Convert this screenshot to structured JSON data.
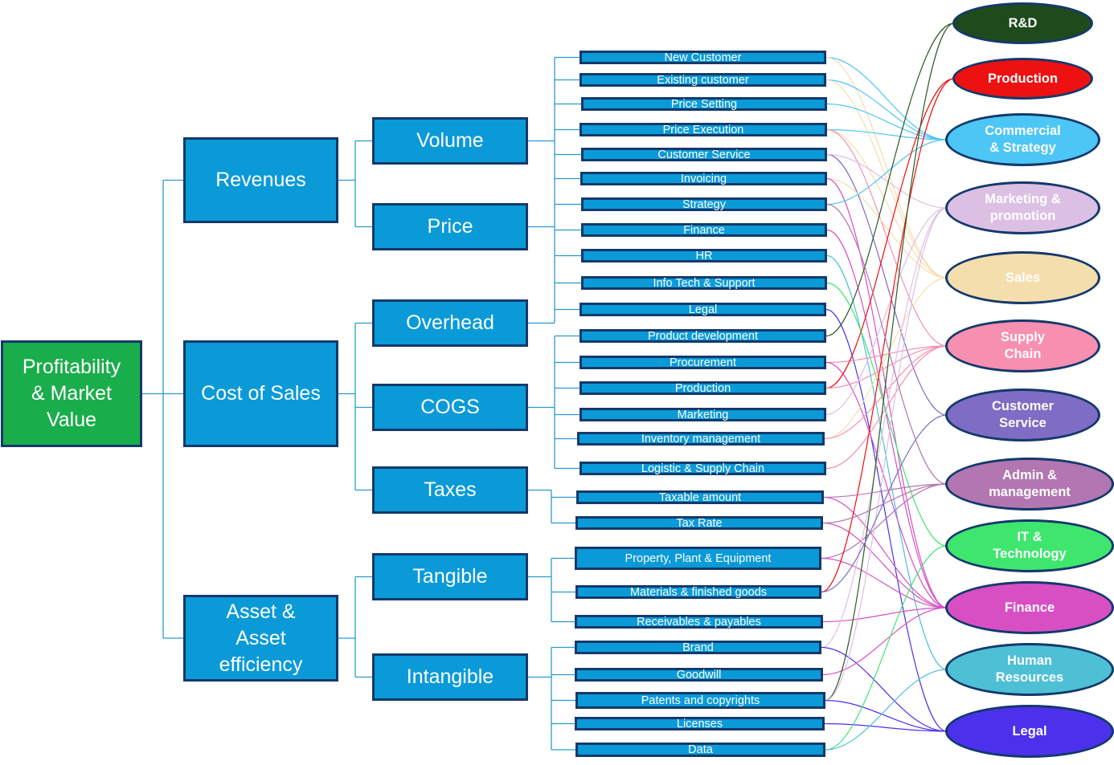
{
  "root": {
    "label": "Profitability\n& Market\nValue"
  },
  "level1": [
    {
      "id": "revenues",
      "label": "Revenues"
    },
    {
      "id": "cost",
      "label": "Cost of Sales"
    },
    {
      "id": "asset",
      "label": "Asset &\nAsset\nefficiency"
    }
  ],
  "level2": [
    {
      "id": "volume",
      "label": "Volume"
    },
    {
      "id": "price",
      "label": "Price"
    },
    {
      "id": "overhead",
      "label": "Overhead"
    },
    {
      "id": "cogs",
      "label": "COGS"
    },
    {
      "id": "taxes",
      "label": "Taxes"
    },
    {
      "id": "tangible",
      "label": "Tangible"
    },
    {
      "id": "intangible",
      "label": "Intangible"
    }
  ],
  "level3": [
    {
      "label": "New Customer"
    },
    {
      "label": "Existing customer"
    },
    {
      "label": "Price Setting"
    },
    {
      "label": "Price Execution"
    },
    {
      "label": "Customer Service"
    },
    {
      "label": "Invoicing"
    },
    {
      "label": "Strategy"
    },
    {
      "label": "Finance"
    },
    {
      "label": "HR"
    },
    {
      "label": "Info Tech & Support"
    },
    {
      "label": "Legal"
    },
    {
      "label": "Product development"
    },
    {
      "label": "Procurement"
    },
    {
      "label": "Production"
    },
    {
      "label": "Marketing"
    },
    {
      "label": "Inventory management"
    },
    {
      "label": "Logistic & Supply Chain"
    },
    {
      "label": "Taxable amount"
    },
    {
      "label": "Tax Rate"
    },
    {
      "label": "Property, Plant & Equipment"
    },
    {
      "label": "Materials & finished goods"
    },
    {
      "label": "Receivables & payables"
    },
    {
      "label": "Brand"
    },
    {
      "label": "Goodwill"
    },
    {
      "label": "Patents and copyrights"
    },
    {
      "label": "Licenses"
    },
    {
      "label": "Data"
    }
  ],
  "departments": [
    {
      "label": "R&D",
      "fill": "#1f4a1c",
      "text": "#ffffff"
    },
    {
      "label": "Production",
      "fill": "#ee1111",
      "text": "#ffffff"
    },
    {
      "label": "Commercial\n& Strategy",
      "fill": "#4cc6f5",
      "text": "#ffffff"
    },
    {
      "label": "Marketing &\npromotion",
      "fill": "#dcc0e4",
      "text": "#ffffff"
    },
    {
      "label": "Sales",
      "fill": "#f5deae",
      "text": "#ffffff"
    },
    {
      "label": "Supply\nChain",
      "fill": "#f78fb0",
      "text": "#ffffff"
    },
    {
      "label": "Customer\nService",
      "fill": "#7f6cc4",
      "text": "#ffffff"
    },
    {
      "label": "Admin &\nmanagement",
      "fill": "#b276b0",
      "text": "#ffffff"
    },
    {
      "label": "IT &\nTechnology",
      "fill": "#3ee66e",
      "text": "#ffffff"
    },
    {
      "label": "Finance",
      "fill": "#d84fc4",
      "text": "#ffffff"
    },
    {
      "label": "Human\nResources",
      "fill": "#4ec0d6",
      "text": "#ffffff"
    },
    {
      "label": "Legal",
      "fill": "#4c31ec",
      "text": "#ffffff"
    }
  ],
  "colors": {
    "box_fill": "#0a9ad8",
    "box_border": "#14396b",
    "root_fill": "#1aad4b",
    "tree_line": "#2a9ad0"
  }
}
